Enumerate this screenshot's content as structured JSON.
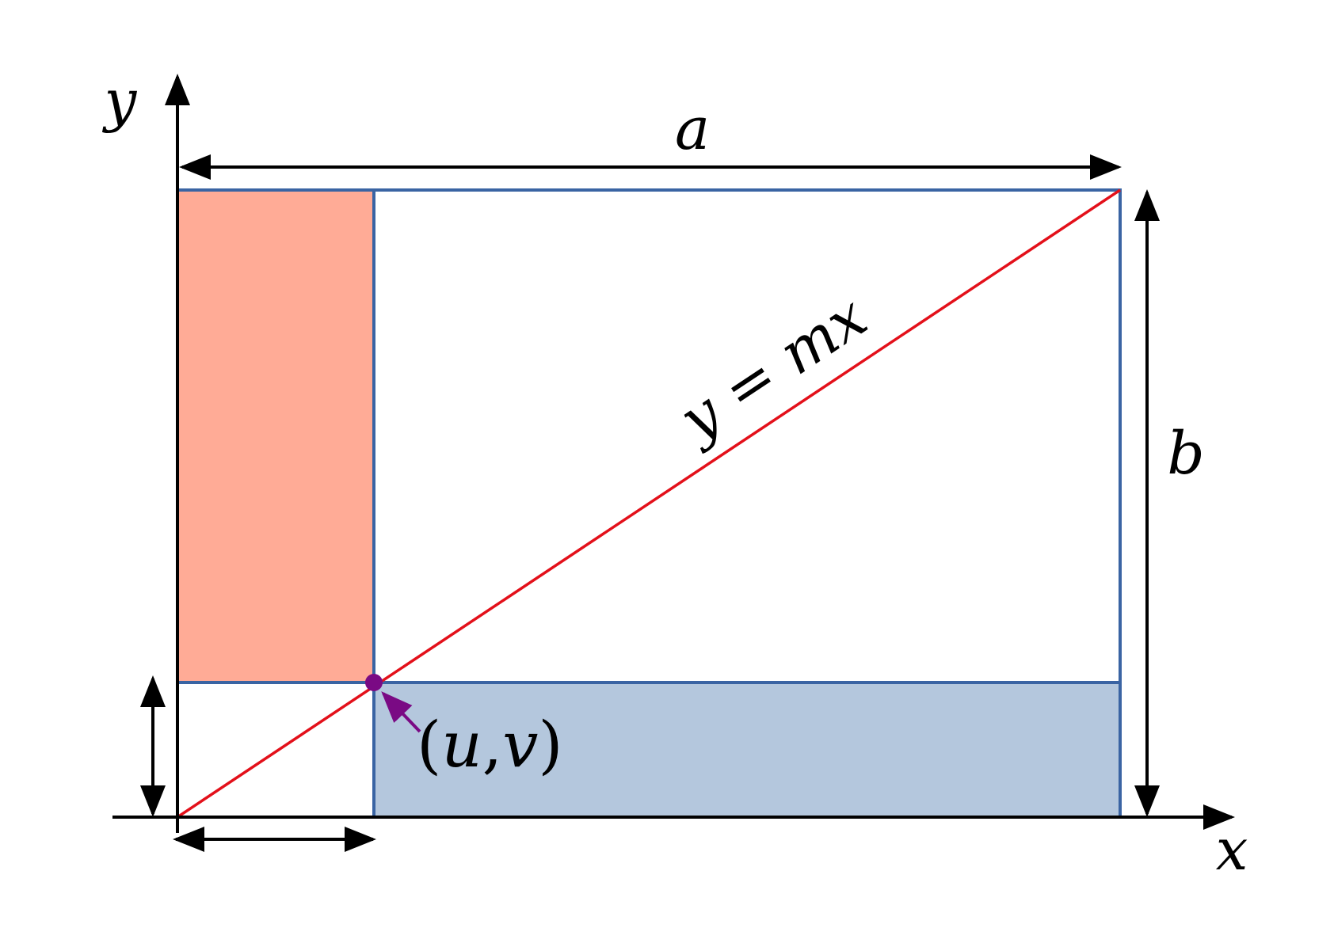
{
  "labels": {
    "y_axis": "y",
    "x_axis": "x",
    "width": "a",
    "height": "b",
    "line": "y = mx",
    "point_open": "(",
    "point_u": "u",
    "point_comma": ",",
    "point_v": "v",
    "point_close": ")"
  },
  "colors": {
    "axis": "#000000",
    "rect_border": "#3a64a3",
    "left_fill": "#ffab96",
    "bottom_fill": "#b4c7dd",
    "line": "#e3101a",
    "point": "#7a0a84"
  }
}
